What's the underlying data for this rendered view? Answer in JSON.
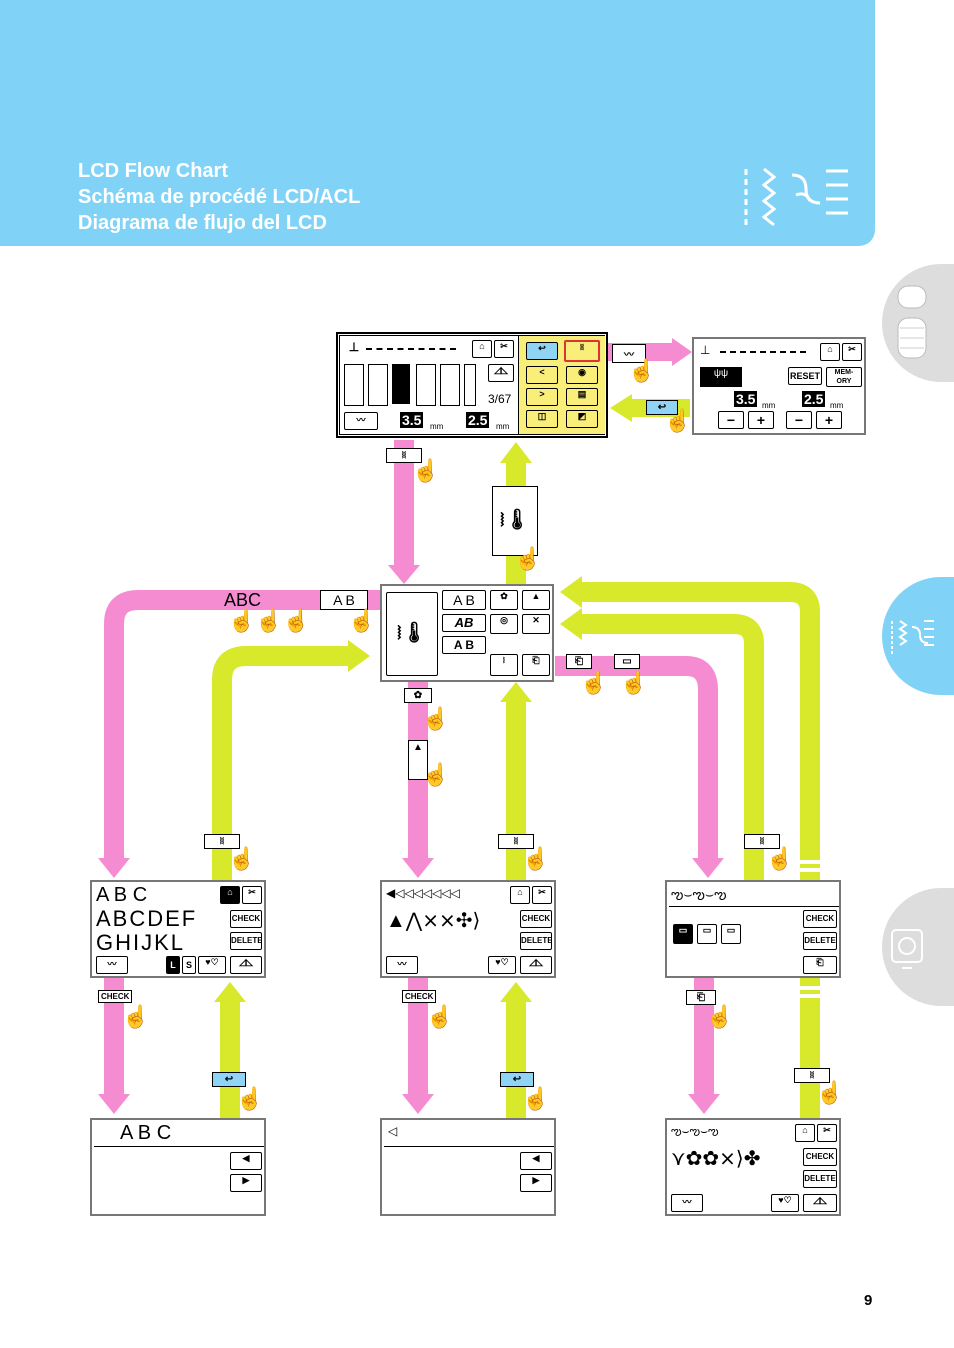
{
  "header": {
    "title_en": "LCD Flow Chart",
    "title_fr": "Schéma de procédé LCD/ACL",
    "title_es": "Diagrama de flujo del LCD"
  },
  "page_number": "9",
  "colors": {
    "header": "#80d3f6",
    "pink_arrow": "#f58cd2",
    "green_arrow": "#d8e82a",
    "lcd_yellow": "#f9ee7a"
  },
  "screens": {
    "main": {
      "pattern_count": "3/67",
      "width_value": "3.5",
      "length_value": "2.5",
      "unit": "mm"
    },
    "settings": {
      "width_value": "3.5",
      "length_value": "2.5",
      "unit": "mm",
      "reset": "RESET",
      "memory": "MEM-\nORY",
      "minus": "−",
      "plus": "+"
    },
    "category": {
      "ab_label": "A B",
      "ab_script": "AB",
      "ab_box": "A B"
    },
    "alphabet": {
      "preview": "A B C",
      "row1": "ABCDEF",
      "row2": "GHIJKL",
      "check": "CHECK",
      "delete": "DELETE",
      "size_l": "L",
      "size_s": "S"
    },
    "decorative": {
      "check": "CHECK",
      "delete": "DELETE"
    },
    "pocket": {
      "check": "CHECK",
      "delete": "DELETE"
    },
    "alpha_confirm": {
      "preview": "A B C"
    },
    "deco_check": {
      "check": "CHECK",
      "delete": "DELETE"
    }
  },
  "keys": {
    "abc_keys": [
      "A",
      "B",
      "C"
    ],
    "ab_key": "A B",
    "check": "CHECK"
  }
}
